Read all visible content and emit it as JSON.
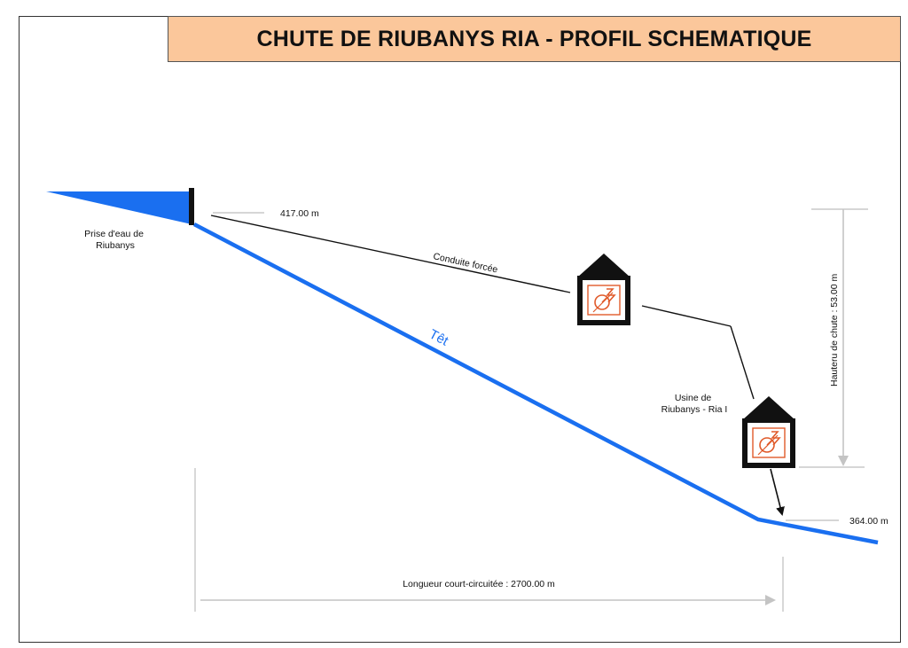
{
  "title": "CHUTE DE RIUBANYS RIA - PROFIL SCHEMATIQUE",
  "labels": {
    "intake": [
      "Prise d'eau de",
      "Riubanys"
    ],
    "top_level": "417.00 m",
    "penstock": "Conduite forcée",
    "river": "Têt",
    "plant": [
      "Usine de",
      "Riubanys - Ria I"
    ],
    "head": "Hauteru de chute  :  53.00 m",
    "bottom_level": "364.00 m",
    "length": "Longueur court-circuitée  :  2700.00 m"
  },
  "colors": {
    "title_bg": "#fbc79b",
    "water": "#1a6ff0",
    "plant_icon": "#e05a2a",
    "dimension_line": "#bdbdbd"
  },
  "icons": [
    "power-plant-icon",
    "power-plant-icon"
  ]
}
